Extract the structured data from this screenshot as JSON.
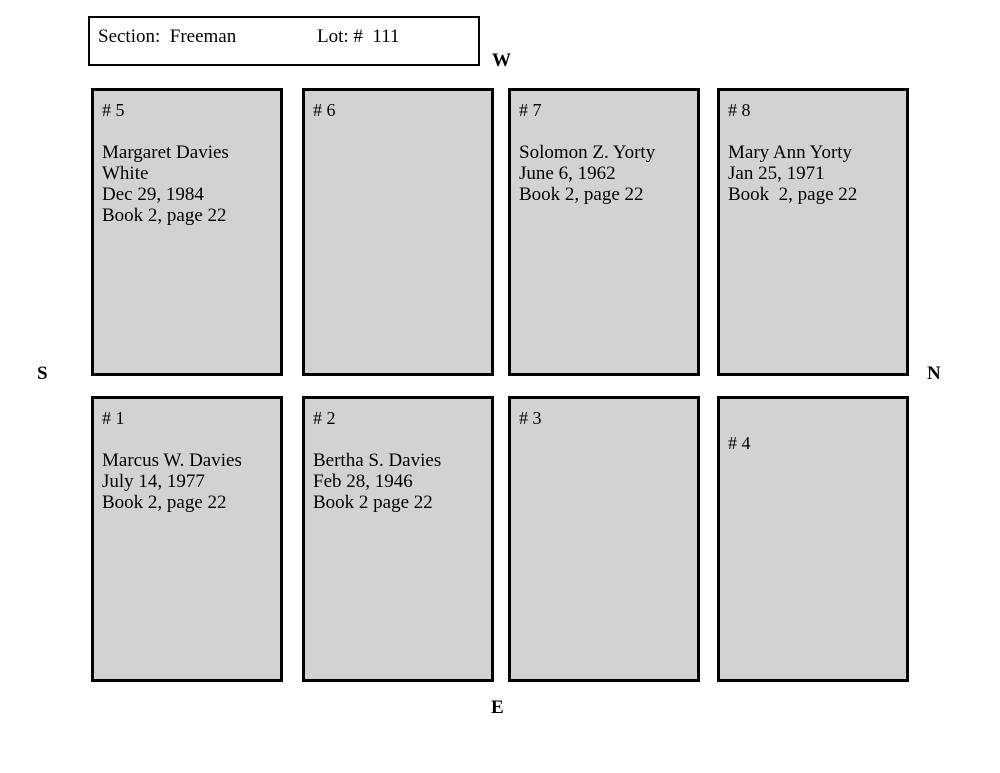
{
  "header": {
    "section_label": "Section:  Freeman",
    "lot_label": "Lot: #  111"
  },
  "compass": {
    "west": "W",
    "south": "S",
    "north": "N",
    "east": "E"
  },
  "plots": [
    {
      "number": "# 5",
      "number_position": "top",
      "column": 1,
      "row": "top",
      "lines": [
        "Margaret Davies",
        "White",
        "Dec 29, 1984",
        "Book 2, page 22"
      ]
    },
    {
      "number": "# 6",
      "number_position": "top",
      "column": 2,
      "row": "top",
      "lines": []
    },
    {
      "number": "# 7",
      "number_position": "top",
      "column": 3,
      "row": "top",
      "lines": [
        "Solomon Z. Yorty",
        "June 6, 1962",
        "Book 2, page 22"
      ]
    },
    {
      "number": "# 8",
      "number_position": "top",
      "column": 4,
      "row": "top",
      "lines": [
        "Mary Ann Yorty",
        "Jan 25, 1971",
        "Book  2, page 22"
      ]
    },
    {
      "number": "# 1",
      "number_position": "top",
      "column": 1,
      "row": "bottom",
      "lines": [
        "Marcus W. Davies",
        "July 14, 1977",
        "Book 2, page 22"
      ]
    },
    {
      "number": "# 2",
      "number_position": "top",
      "column": 2,
      "row": "bottom",
      "lines": [
        "Bertha S. Davies",
        "Feb 28, 1946",
        "Book 2 page 22"
      ]
    },
    {
      "number": "# 3",
      "number_position": "top",
      "column": 3,
      "row": "bottom",
      "lines": []
    },
    {
      "number": "# 4",
      "number_position": "lowered",
      "column": 4,
      "row": "bottom",
      "lines": []
    }
  ],
  "colors": {
    "plot_fill": "#d2d2d2",
    "plot_border": "#000000",
    "page_background": "#ffffff",
    "text": "#000000"
  }
}
